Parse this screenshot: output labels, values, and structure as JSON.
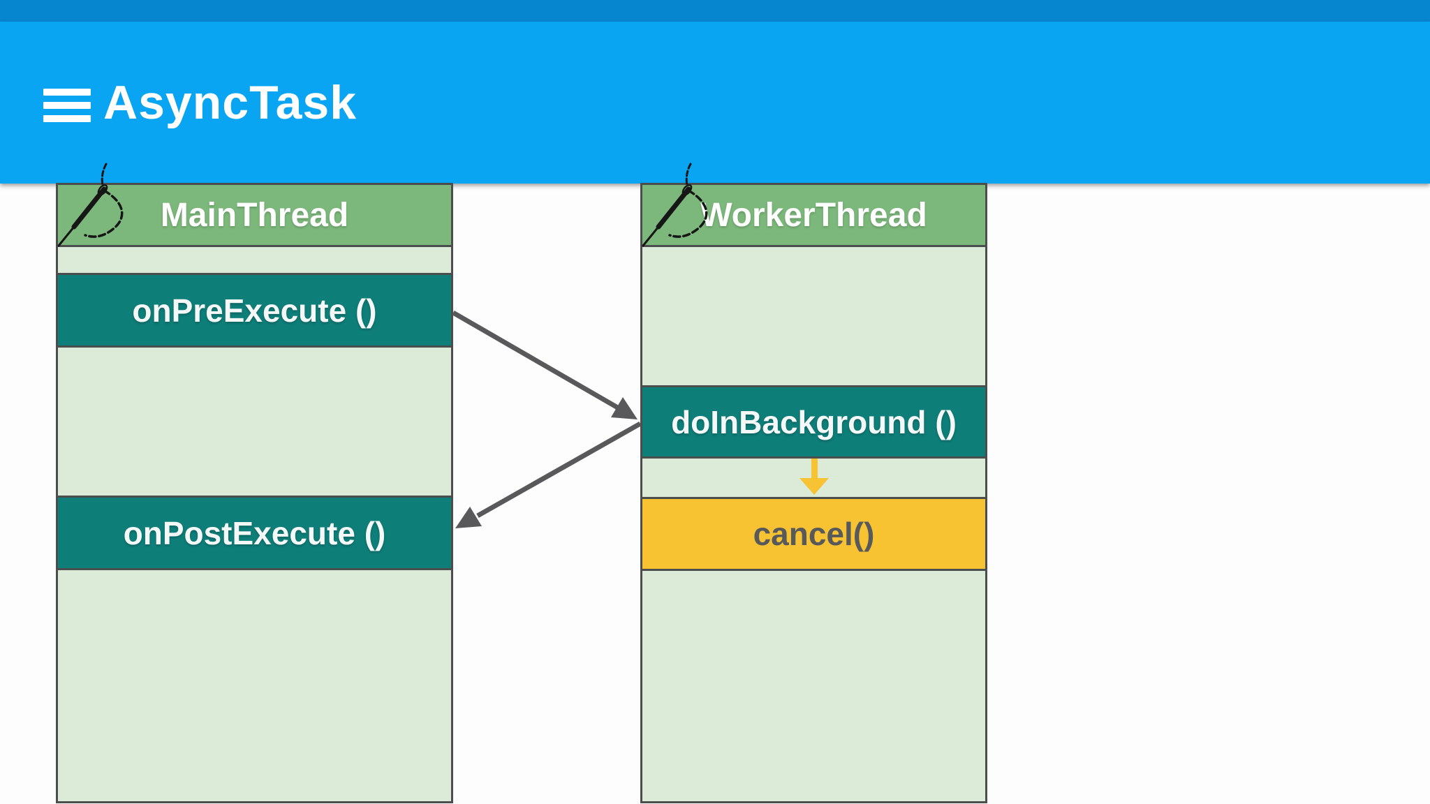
{
  "app": {
    "status_strip_color": "#0686cf",
    "header": {
      "title": "AsyncTask",
      "background": "#09a4f2",
      "menu_icon": "hamburger-icon"
    }
  },
  "diagram": {
    "threads": {
      "main": {
        "title": "MainThread",
        "icon": "needle-thread-icon",
        "methods": [
          {
            "label": "onPreExecute ()"
          },
          {
            "label": "onPostExecute ()"
          }
        ]
      },
      "worker": {
        "title": "WorkerThread",
        "icon": "needle-thread-icon",
        "methods": [
          {
            "label": "doInBackground ()"
          },
          {
            "label": "cancel()"
          }
        ]
      }
    },
    "arrows": [
      {
        "from": "onPreExecute ()",
        "to": "doInBackground ()",
        "color": "#59595b"
      },
      {
        "from": "doInBackground ()",
        "to": "onPostExecute ()",
        "color": "#59595b"
      },
      {
        "from": "doInBackground ()",
        "to": "cancel()",
        "color": "#f8c332"
      }
    ],
    "colors": {
      "thread_header": "#7cb87b",
      "thread_body": "#dcead8",
      "method_box": "#0e7e79",
      "cancel_box": "#f8c332",
      "method_text": "#ffffff",
      "cancel_text": "#58595a",
      "box_border": "#4c4e4e",
      "arrow_gray": "#59595b"
    }
  }
}
